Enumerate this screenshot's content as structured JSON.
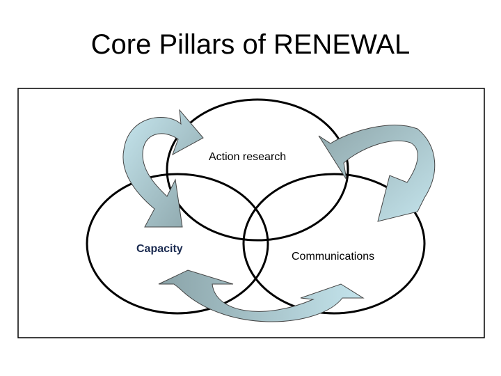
{
  "slide": {
    "title": "Core Pillars of RENEWAL"
  },
  "diagram": {
    "pillars": [
      {
        "label": "Action research"
      },
      {
        "label": "Capacity"
      },
      {
        "label": "Communications"
      }
    ],
    "colors": {
      "arrow_fill_light": "#b8dde6",
      "arrow_fill_dark": "#8fa8ad",
      "circle_stroke": "#000000",
      "frame_stroke": "#000000"
    }
  }
}
